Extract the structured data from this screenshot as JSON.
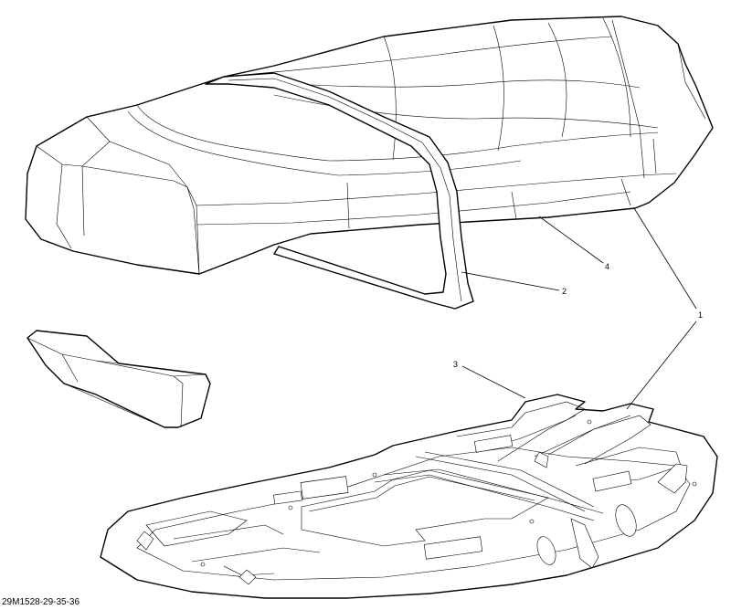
{
  "diagram": {
    "callouts": [
      {
        "id": "callout-1",
        "label": "1"
      },
      {
        "id": "callout-2",
        "label": "2"
      },
      {
        "id": "callout-3",
        "label": "3"
      },
      {
        "id": "callout-4",
        "label": "4"
      }
    ],
    "reference_code": "29M1528-29-35-36"
  }
}
